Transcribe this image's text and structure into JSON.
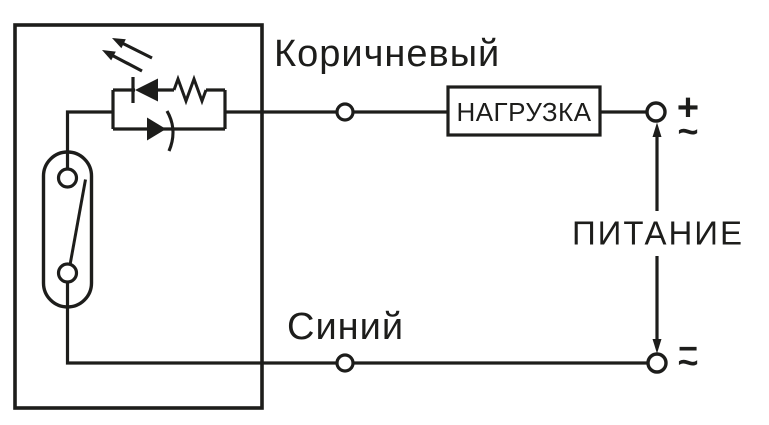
{
  "diagram": {
    "labels": {
      "brown_wire": "Коричневый",
      "blue_wire": "Синий",
      "load": "НАГРУЗКА",
      "power": "ПИТАНИЕ"
    },
    "terminal_symbols": {
      "plus": "+",
      "minus": "−",
      "ac_top": "~",
      "ac_bottom": "~"
    },
    "icons": {
      "reed_switch": "reed-switch-icon",
      "led": "led-icon",
      "led_light_arrows": "light-emission-arrows-icon",
      "resistor": "resistor-icon",
      "shunt_diode": "diode-icon",
      "connection_terminal": "terminal-circle",
      "power_span_arrow": "double-arrow-line"
    },
    "colors": {
      "line": "#1d1d1b",
      "background": "#ffffff"
    }
  }
}
